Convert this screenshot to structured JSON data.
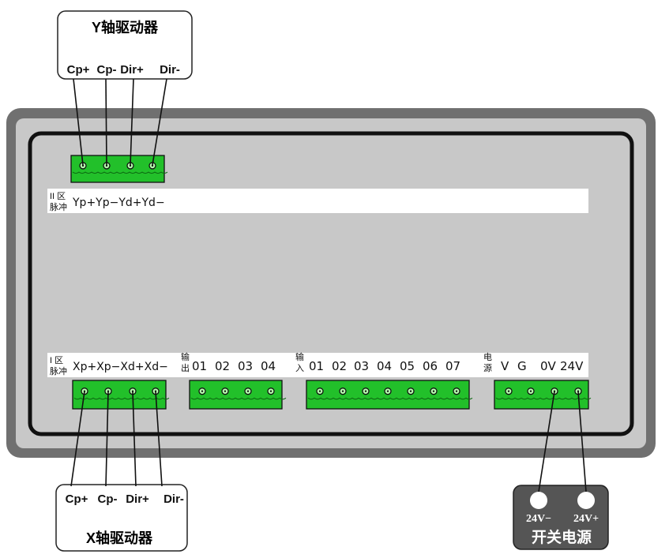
{
  "y_driver": {
    "title": "Y轴驱动器",
    "pins": [
      "Cp+",
      "Cp-",
      "Dir+",
      "Dir-"
    ]
  },
  "x_driver": {
    "title": "X轴驱动器",
    "pins": [
      "Cp+",
      "Cp-",
      "Dir+",
      "Dir-"
    ]
  },
  "power_supply": {
    "title": "开关电源",
    "terminals": [
      "24V−",
      "24V+"
    ]
  },
  "zone2_strip": {
    "zone_top": "II 区",
    "zone_bottom": "脉冲",
    "labels": "Yp+Yp−Yd+Yd−"
  },
  "zone1_strip": {
    "zone_top": "I 区",
    "zone_bottom": "脉冲",
    "labels": "Xp+Xp−Xd+Xd−",
    "output_top": "输",
    "output_bottom": "出",
    "output_labels": [
      "01",
      "02",
      "03",
      "04"
    ],
    "input_top": "输",
    "input_bottom": "入",
    "input_labels": [
      "01",
      "02",
      "03",
      "04",
      "05",
      "06",
      "07"
    ],
    "power_top": "电",
    "power_bottom": "源",
    "power_labels": [
      "V",
      "G",
      "0V",
      "24V"
    ]
  },
  "colors": {
    "terminal_green": "#22c02a",
    "panel_gray": "#c8c8c8",
    "frame_gray": "#707070",
    "power_box": "#555555"
  }
}
